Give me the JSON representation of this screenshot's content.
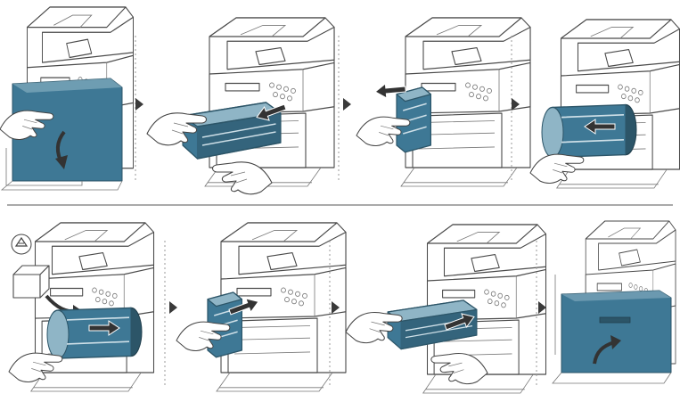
{
  "colors": {
    "accent": "#3e7895",
    "accent_dark": "#2c5568",
    "accent_light": "#8fb5c6",
    "outline": "#4a4a4a",
    "rule": "#555555"
  },
  "rows": [
    {
      "steps": [
        {
          "action": "open-front-cover",
          "part": "front-cover"
        },
        {
          "action": "pull-out-imaging-unit",
          "part": "toner-cartridges"
        },
        {
          "action": "pull-out-waste-toner-container",
          "part": "waste-toner-container"
        },
        {
          "action": "pull-out-imaging-unit",
          "part": "imaging-unit"
        }
      ]
    },
    {
      "steps": [
        {
          "action": "insert-new-imaging-unit",
          "part": "imaging-unit",
          "icon": "recycle-icon"
        },
        {
          "action": "insert-waste-toner-container",
          "part": "waste-toner-container"
        },
        {
          "action": "insert-toner-cartridges",
          "part": "toner-cartridges"
        },
        {
          "action": "close-front-cover",
          "part": "front-cover"
        }
      ]
    }
  ]
}
